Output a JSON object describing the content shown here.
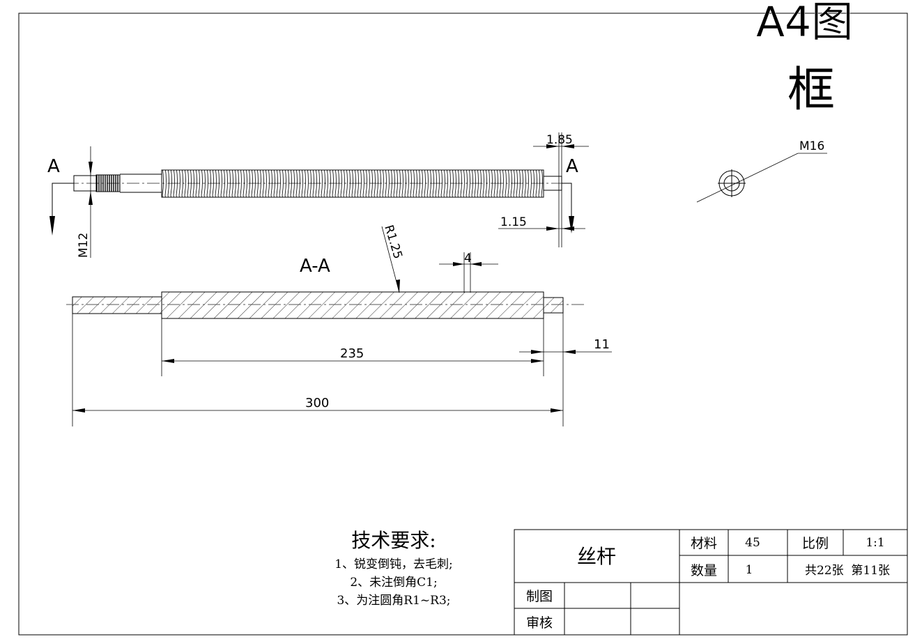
{
  "frame_title": {
    "line1": "A4图",
    "line2": "框"
  },
  "views": {
    "section_marker_left": "A",
    "section_marker_right": "A",
    "section_title": "A-A",
    "end_view_label": "M16"
  },
  "dimensions": {
    "m12": "M12",
    "d185": "1.85",
    "d115": "1.15",
    "r125": "R1.25",
    "pitch": "4",
    "d235": "235",
    "d11": "11",
    "d300": "300"
  },
  "tech_requirements": {
    "title": "技术要求:",
    "items": [
      "1、锐变倒钝，去毛刺;",
      "2、未注倒角C1;",
      "3、为注圆角R1~R3;"
    ]
  },
  "title_block": {
    "part_name": "丝杆",
    "material_label": "材料",
    "material_value": "45",
    "scale_label": "比例",
    "scale_value": "1:1",
    "quantity_label": "数量",
    "quantity_value": "1",
    "sheet_info": "共22张  第11张",
    "drawn_label": "制图",
    "checked_label": "审核"
  }
}
